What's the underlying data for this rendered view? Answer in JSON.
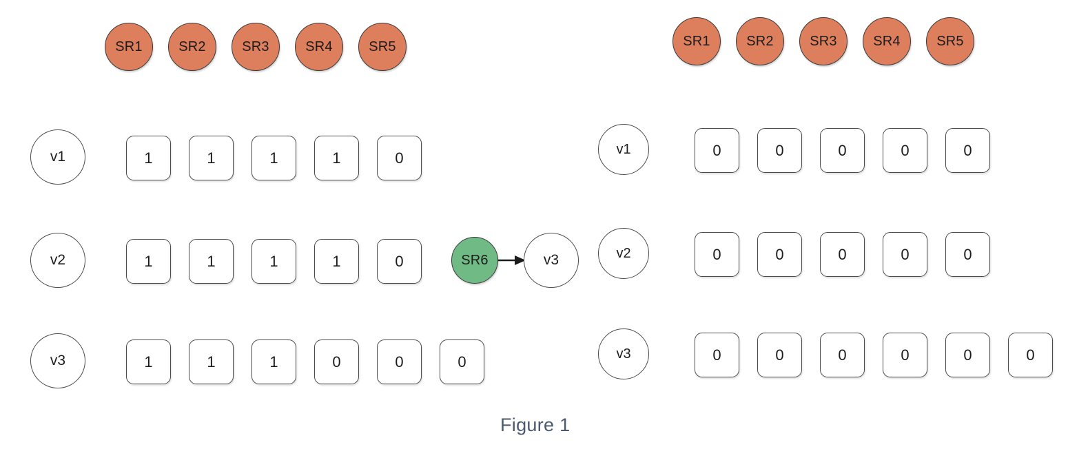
{
  "figure": {
    "caption": "Figure 1"
  },
  "colors": {
    "sr_fill": "#dd7e5c",
    "sr6_fill": "#6fba85",
    "node_stroke": "#4a4a4a",
    "caption_text": "#4b5a6e",
    "background": "#ffffff"
  },
  "left_panel": {
    "sr_nodes": [
      {
        "label": "SR1"
      },
      {
        "label": "SR2"
      },
      {
        "label": "SR3"
      },
      {
        "label": "SR4"
      },
      {
        "label": "SR5"
      }
    ],
    "rows": [
      {
        "vertex": "v1",
        "values": [
          "1",
          "1",
          "1",
          "1",
          "0"
        ]
      },
      {
        "vertex": "v2",
        "values": [
          "1",
          "1",
          "1",
          "1",
          "0"
        ]
      },
      {
        "vertex": "v3",
        "values": [
          "1",
          "1",
          "1",
          "0",
          "0",
          "0"
        ]
      }
    ],
    "edge": {
      "source": "SR6",
      "target": "v3",
      "arrow": "right-arrow"
    }
  },
  "right_panel": {
    "sr_nodes": [
      {
        "label": "SR1"
      },
      {
        "label": "SR2"
      },
      {
        "label": "SR3"
      },
      {
        "label": "SR4"
      },
      {
        "label": "SR5"
      }
    ],
    "rows": [
      {
        "vertex": "v1",
        "values": [
          "0",
          "0",
          "0",
          "0",
          "0"
        ]
      },
      {
        "vertex": "v2",
        "values": [
          "0",
          "0",
          "0",
          "0",
          "0"
        ]
      },
      {
        "vertex": "v3",
        "values": [
          "0",
          "0",
          "0",
          "0",
          "0",
          "0"
        ]
      }
    ]
  }
}
